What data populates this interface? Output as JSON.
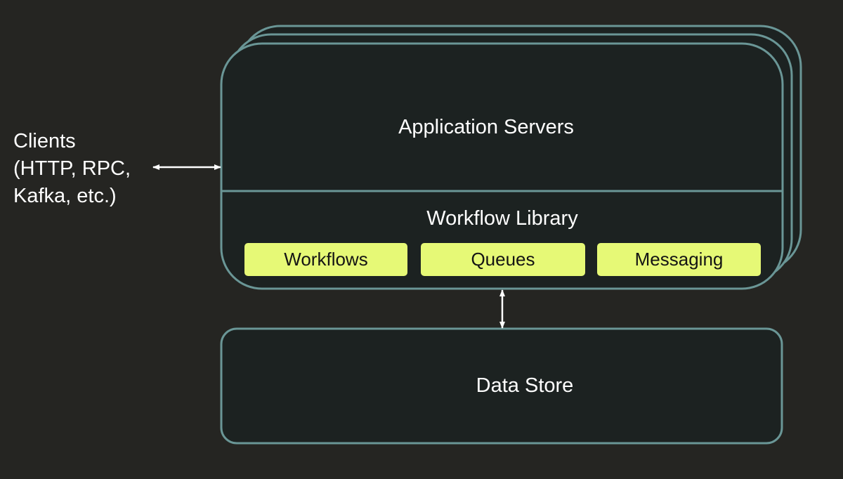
{
  "colors": {
    "background": "#252522",
    "box_fill": "#1c2221",
    "box_stroke": "#6a9696",
    "pill_fill": "#e6f976",
    "arrow": "#ffffff"
  },
  "clients": {
    "line1": "Clients",
    "line2": "(HTTP, RPC,",
    "line3": "Kafka, etc.)"
  },
  "app_servers": {
    "title": "Application Servers"
  },
  "workflow_library": {
    "title": "Workflow Library",
    "components": [
      "Workflows",
      "Queues",
      "Messaging"
    ]
  },
  "data_store": {
    "title": "Data Store"
  }
}
